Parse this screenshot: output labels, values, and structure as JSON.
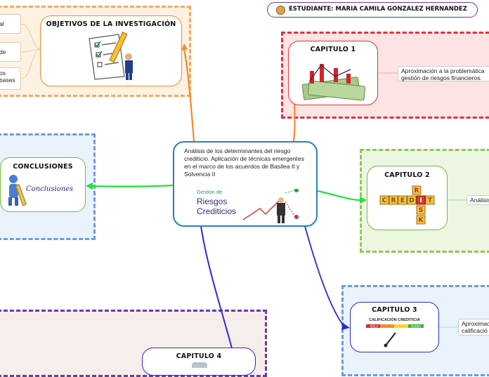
{
  "student": {
    "label": "ESTUDIANTE: MARIA CAMILA GONZALEZ HERNANDEZ"
  },
  "central": {
    "title": "Análisis de los determinantes del riesgo crediticio. Aplicación de técnicas emergentes en el marco de los acuerdos de Basilea II y Solvencia II",
    "logo_small": "Gestión de",
    "logo_big1": "Riesgos",
    "logo_big2": "Crediticios"
  },
  "objetivos": {
    "title": "OBJETIVOS DE LA INVESTIGACIÓN",
    "leaves": [
      "al",
      "de",
      "os\nbases"
    ]
  },
  "conclusiones": {
    "title": "CONCLUSIONES",
    "caption": "Conclusiones"
  },
  "capitulo1": {
    "title": "CAPITULO 1",
    "desc": "Aproximación a la problemática\ngestión de riesgos financieros."
  },
  "capitulo2": {
    "title": "CAPITULO 2",
    "desc": "Análisis",
    "tiles_h": [
      "C",
      "R",
      "E",
      "D",
      "I",
      "T"
    ],
    "tiles_v": [
      "R",
      "I",
      "S",
      "K"
    ]
  },
  "capitulo3": {
    "title": "CAPITULO 3",
    "desc": "Aproximac\ncalificació",
    "gauge_title": "CALIFICACIÓN CREDITICIA",
    "gauge_low": "MALA",
    "gauge_high": "BUENA"
  },
  "capitulo4": {
    "title": "CAPITULO 4"
  },
  "colors": {
    "orange": "#f28a2b",
    "red": "#e0313b",
    "green": "#6fbf3a",
    "blue": "#3e6fd1",
    "central_border": "#2a7fbf",
    "purple": "#6a3aa8",
    "bright_green": "#22e03a"
  }
}
